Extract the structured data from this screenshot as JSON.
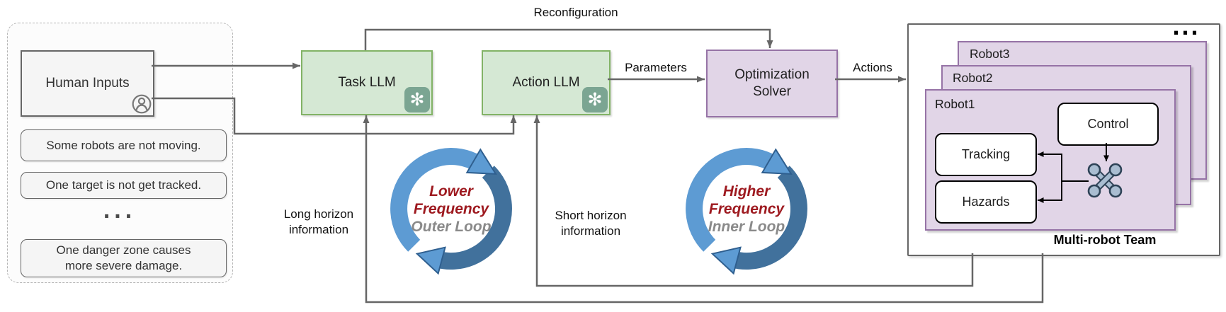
{
  "human_panel": {
    "title": "Human Inputs",
    "messages": [
      "Some robots are not moving.",
      "One target is not get tracked.",
      "One danger zone causes\nmore severe damage."
    ],
    "ellipsis": "..."
  },
  "llm": {
    "task": "Task LLM",
    "action": "Action LLM"
  },
  "solver": {
    "label": "Optimization\nSolver"
  },
  "edges": {
    "reconfiguration": "Reconfiguration",
    "parameters": "Parameters",
    "actions": "Actions",
    "long_horizon": "Long horizon\ninformation",
    "short_horizon": "Short horizon\ninformation"
  },
  "loops": {
    "outer": {
      "line1": "Lower",
      "line2": "Frequency",
      "line3": "Outer Loop"
    },
    "inner": {
      "line1": "Higher",
      "line2": "Frequency",
      "line3": "Inner Loop"
    }
  },
  "team": {
    "ellipsis": "...",
    "caption": "Multi-robot Team",
    "robots": [
      "Robot1",
      "Robot2",
      "Robot3"
    ],
    "modules": {
      "control": "Control",
      "tracking": "Tracking",
      "hazards": "Hazards"
    }
  },
  "icons": {
    "person": "person-icon",
    "openai": "openai-logo-icon",
    "openai_glyph": "✻",
    "cycle": "cycle-arrows-icon",
    "drone": "drone-icon"
  },
  "colors": {
    "green_fill": "#d5e8d4",
    "green_border": "#82b366",
    "purple_fill": "#e1d5e7",
    "purple_border": "#9673a6",
    "neutral_fill": "#f5f5f5",
    "line_gray": "#666666",
    "loop_light_blue": "#5d9bd3",
    "loop_dark_blue": "#41719c",
    "loop_text_red": "#9e1a20",
    "loop_text_gray": "#8a8a8a",
    "openai_icon_bg": "#7ba592",
    "drone_fill": "#a9bdd1",
    "drone_stroke": "#2e4357"
  }
}
